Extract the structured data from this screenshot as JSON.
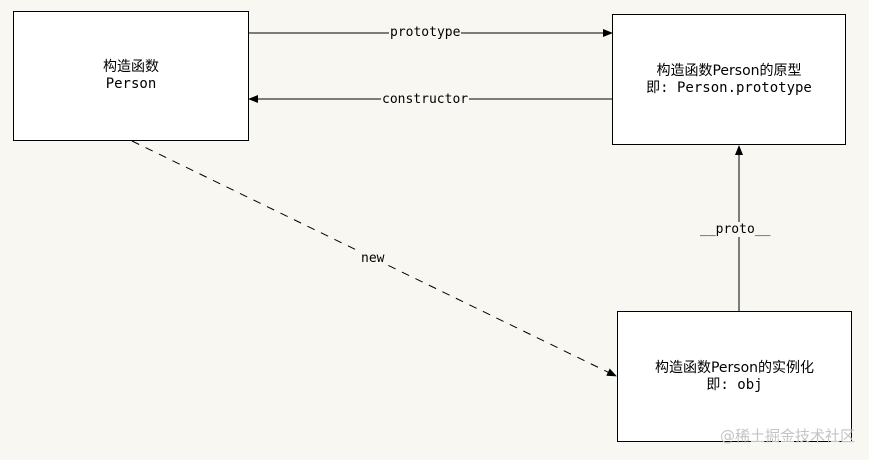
{
  "nodes": {
    "constructor_box": {
      "line1": "构造函数",
      "line2": "Person"
    },
    "prototype_box": {
      "line1": "构造函数Person的原型",
      "line2": "即: Person.prototype"
    },
    "instance_box": {
      "line1": "构造函数Person的实例化",
      "line2": "即: obj"
    }
  },
  "edges": {
    "prototype": "prototype",
    "constructor": "constructor",
    "new": "new",
    "proto": "__proto__"
  },
  "watermark": "@稀土掘金技术社区",
  "colors": {
    "background": "#f8f7f2",
    "box": "#ffffff",
    "line": "#000000"
  }
}
